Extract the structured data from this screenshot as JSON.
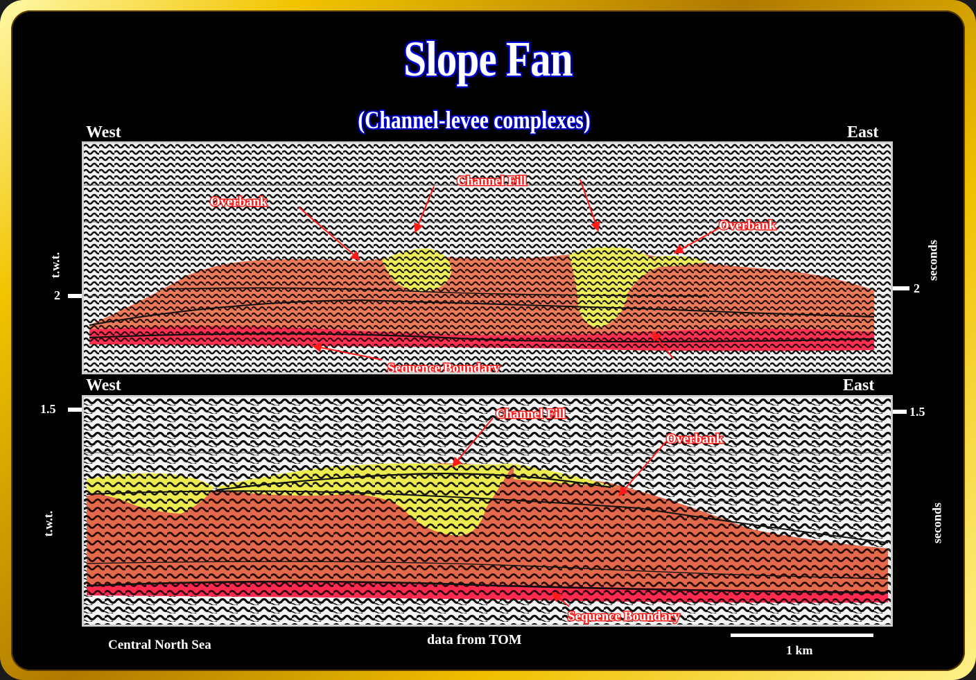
{
  "title": "Slope Fan",
  "subtitle": "(Channel-levee complexes)",
  "colors": {
    "frame": "#e8b800",
    "background": "#000000",
    "overbank_fill": "#e86a4a",
    "channel_fill": "#e8e84a",
    "sequence_boundary": "#ff2050",
    "annotation": "#ff2020"
  },
  "top_panel": {
    "west_label": "West",
    "east_label": "East",
    "left_axis_label": "t.w.t.",
    "right_axis_label": "seconds",
    "left_tick": "2",
    "right_tick": "2",
    "annotations": {
      "overbank_left": "Overbank",
      "channel_fill": "Channel Fill",
      "overbank_right": "Overbank",
      "sequence_boundary": "Sequence Boundary"
    }
  },
  "bottom_panel": {
    "west_label": "West",
    "east_label": "East",
    "left_axis_label": "t.w.t.",
    "right_axis_label": "seconds",
    "left_tick": "1.5",
    "right_tick": "1.5",
    "annotations": {
      "channel_fill": "Channel Fill",
      "overbank": "Overbank",
      "sequence_boundary": "Sequence Boundary"
    }
  },
  "footer": {
    "location": "Central North Sea",
    "credit": "data from TOM",
    "scale_label": "1 km"
  }
}
